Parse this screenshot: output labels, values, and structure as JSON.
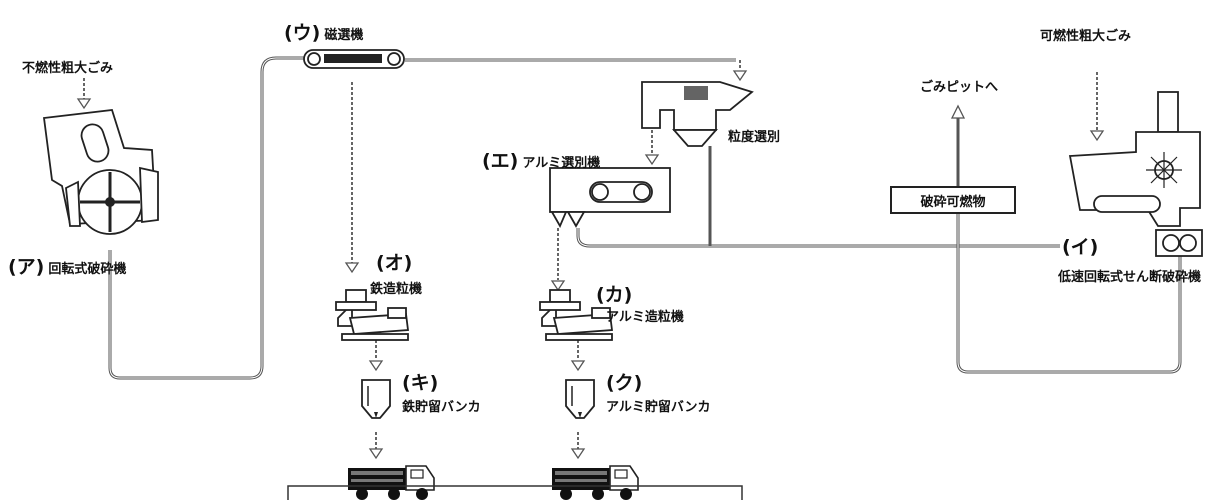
{
  "labels": {
    "incombustible": "不燃性粗大ごみ",
    "combustible": "可燃性粗大ごみ",
    "to_pit": "ごみピットへ",
    "crushed_combustible": "破砕可燃物",
    "screen": "粒度選別",
    "a": {
      "code": "(ア)",
      "name": "回転式破砕機"
    },
    "i": {
      "code": "(イ)",
      "name": "低速回転式せん断破砕機"
    },
    "u": {
      "code": "(ウ)",
      "name": "磁選機"
    },
    "e": {
      "code": "(エ)",
      "name": "アルミ選別機"
    },
    "o": {
      "code": "(オ)",
      "name": "鉄造粒機"
    },
    "ka": {
      "code": "(カ)",
      "name": "アルミ造粒機"
    },
    "ki": {
      "code": "(キ)",
      "name": "鉄貯留バンカ"
    },
    "ku": {
      "code": "(ク)",
      "name": "アルミ貯留バンカ"
    }
  }
}
